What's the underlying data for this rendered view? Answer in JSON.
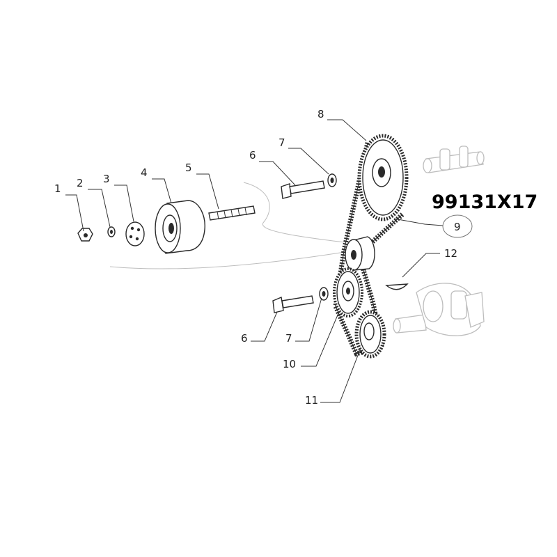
{
  "part_code": "99131X17",
  "callouts": [
    {
      "id": "c1",
      "label": "1"
    },
    {
      "id": "c2",
      "label": "2"
    },
    {
      "id": "c3",
      "label": "3"
    },
    {
      "id": "c4",
      "label": "4"
    },
    {
      "id": "c5",
      "label": "5"
    },
    {
      "id": "c6a",
      "label": "6"
    },
    {
      "id": "c7a",
      "label": "7"
    },
    {
      "id": "c8",
      "label": "8"
    },
    {
      "id": "c9",
      "label": "9"
    },
    {
      "id": "c12",
      "label": "12"
    },
    {
      "id": "c6b",
      "label": "6"
    },
    {
      "id": "c7b",
      "label": "7"
    },
    {
      "id": "c10",
      "label": "10"
    },
    {
      "id": "c11",
      "label": "11"
    }
  ],
  "colors": {
    "ink": "#2a2a2a",
    "ghost": "#bdbdbd",
    "background": "#ffffff"
  }
}
